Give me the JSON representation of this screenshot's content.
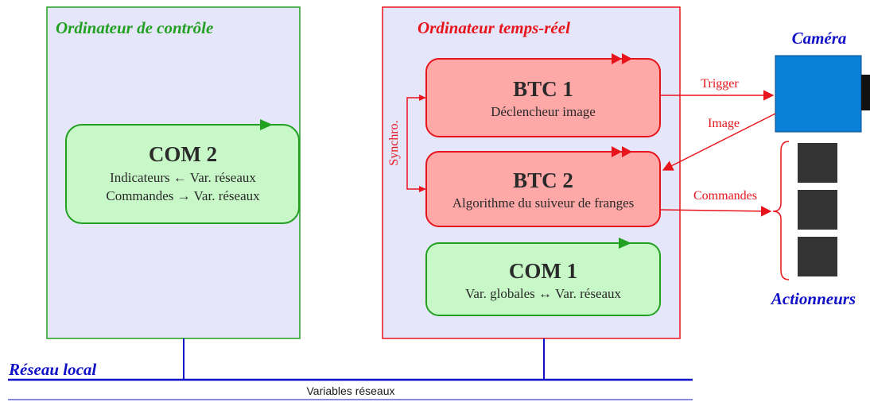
{
  "control_computer": {
    "title": "Ordinateur de contrôle",
    "com2": {
      "title": "COM 2",
      "line1": "Indicateurs ← Var. réseaux",
      "line2": "Commandes → Var. réseaux"
    }
  },
  "realtime_computer": {
    "title": "Ordinateur temps-réel",
    "btc1": {
      "title": "BTC 1",
      "subtitle": "Déclencheur image"
    },
    "btc2": {
      "title": "BTC 2",
      "subtitle": "Algorithme du suiveur de franges"
    },
    "com1": {
      "title": "COM 1",
      "subtitle": "Var. globales ↔ Var. réseaux"
    },
    "synchro_label": "Synchro."
  },
  "camera": {
    "title": "Caméra"
  },
  "actuators": {
    "title": "Actionneurs"
  },
  "links": {
    "trigger": "Trigger",
    "image": "Image",
    "commandes": "Commandes"
  },
  "network": {
    "title": "Réseau local",
    "variables": "Variables réseaux"
  },
  "colors": {
    "green": "#22a022",
    "red": "#e8141c",
    "blue": "#1010c8",
    "panel_fill": "#e6e6fa",
    "green_box": "#c8f8c8",
    "red_box": "#ffa8a8",
    "camera": "#0a80d8",
    "actuator": "#333333"
  }
}
